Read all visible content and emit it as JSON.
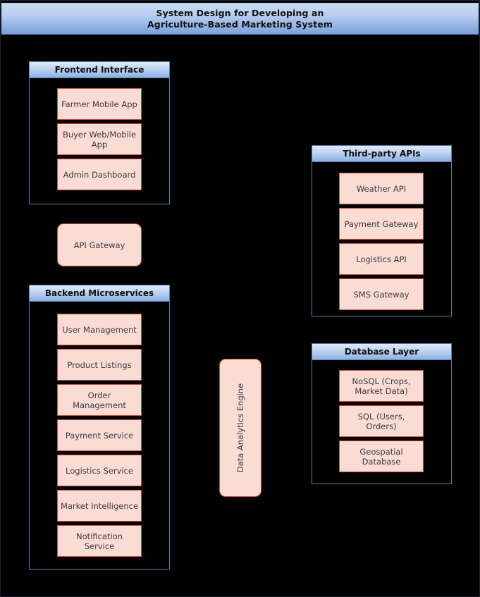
{
  "title": {
    "line1": "System Design for Developing an",
    "line2": "Agriculture-Based Marketing System"
  },
  "colors": {
    "background": "#000000",
    "node_fill": "#fadcd5",
    "node_border": "#c8503c",
    "panel_border": "#5b7fb0",
    "header_gradient_top": "#dfeafa",
    "header_gradient_bottom": "#8ab0e2",
    "title_gradient_top": "#c9dcf3",
    "title_gradient_bottom": "#7ba4dd",
    "text": "#3a3a3a"
  },
  "panels": {
    "frontend": {
      "header": "Frontend Interface",
      "nodes": [
        {
          "label": "Farmer Mobile App"
        },
        {
          "label": "Buyer Web/Mobile App"
        },
        {
          "label": "Admin Dashboard"
        }
      ]
    },
    "backend": {
      "header": "Backend Microservices",
      "nodes": [
        {
          "label": "User Management"
        },
        {
          "label": "Product Listings"
        },
        {
          "label": "Order Management"
        },
        {
          "label": "Payment Service"
        },
        {
          "label": "Logistics Service"
        },
        {
          "label": "Market Intelligence"
        },
        {
          "label": "Notification Service"
        }
      ]
    },
    "third_party": {
      "header": "Third-party APIs",
      "nodes": [
        {
          "label": "Weather API"
        },
        {
          "label": "Payment Gateway"
        },
        {
          "label": "Logistics API"
        },
        {
          "label": "SMS Gateway"
        }
      ]
    },
    "database": {
      "header": "Database Layer",
      "nodes": [
        {
          "label": "NoSQL (Crops, Market Data)"
        },
        {
          "label": "SQL (Users, Orders)"
        },
        {
          "label": "Geospatial Database"
        }
      ]
    }
  },
  "standalone": {
    "api_gateway": "API Gateway",
    "analytics_engine": "Data Analytics Engine"
  }
}
